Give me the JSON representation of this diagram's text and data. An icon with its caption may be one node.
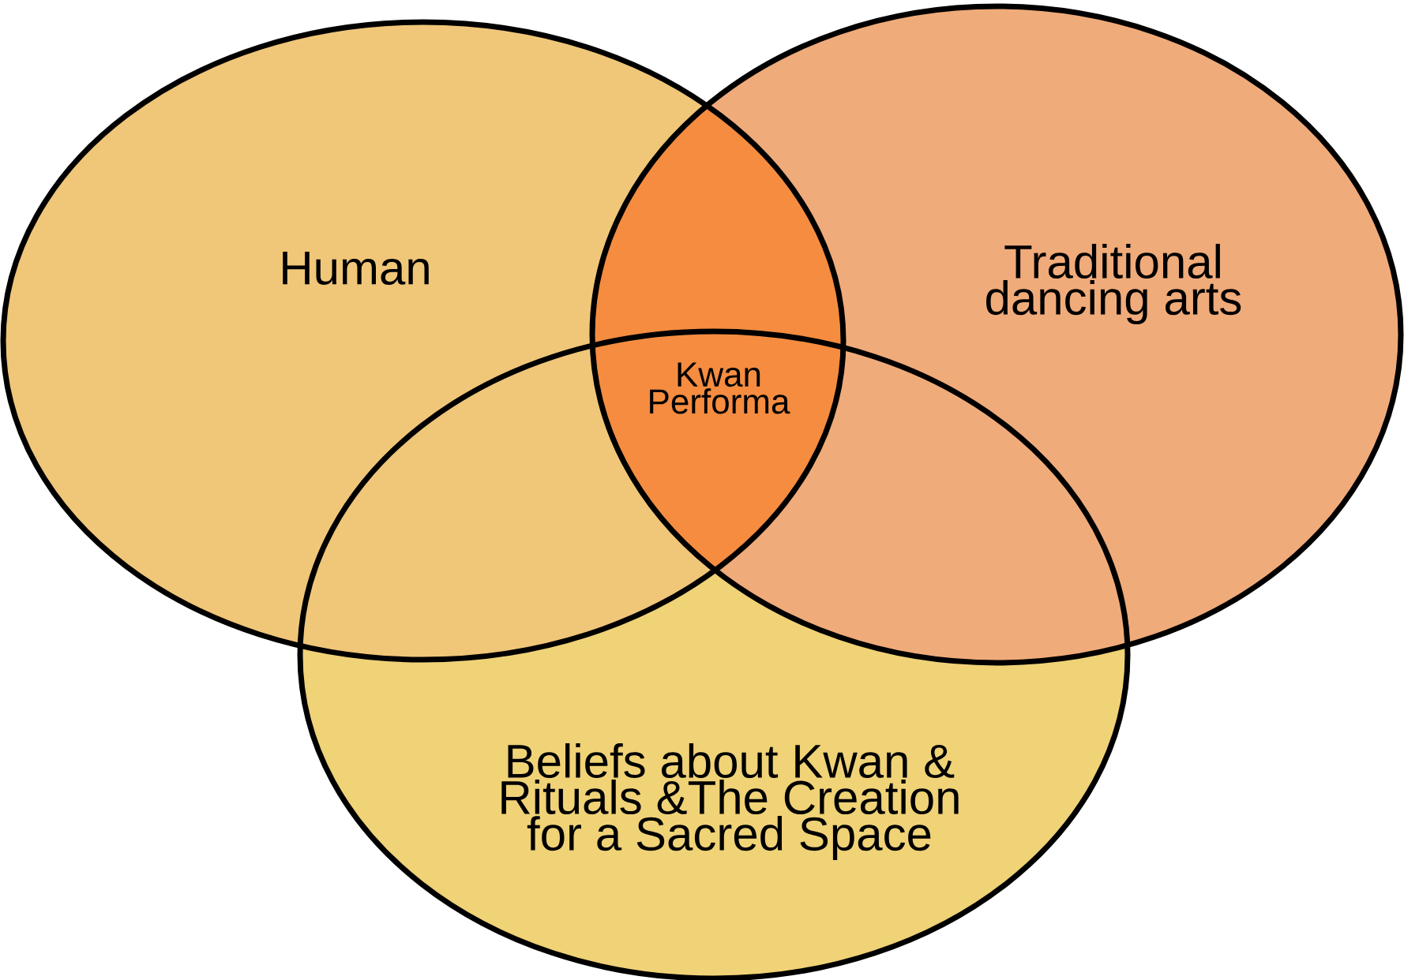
{
  "diagram": {
    "nodes": [
      {
        "text": [
          "Human"
        ]
      },
      {
        "text": [
          "Traditional dancing arts"
        ]
      },
      {
        "text": [
          "Beliefs about Kwan & Rituals &The Creation for a Sacred Space"
        ]
      },
      {
        "text": [
          "Kwan Performa"
        ]
      }
    ]
  }
}
